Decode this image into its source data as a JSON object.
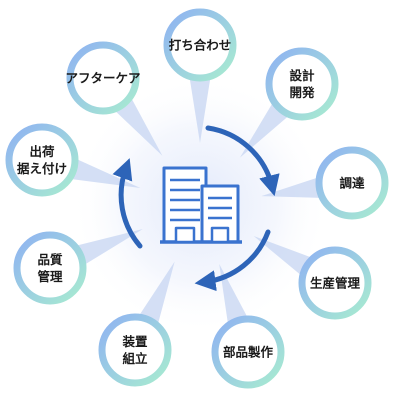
{
  "center": {
    "icon": "office-building-icon",
    "cycle_icon": "cycle-arrows-icon"
  },
  "colors": {
    "ring_blue": "#8fb2f2",
    "ring_green": "#a8ecd0",
    "arrow_blue": "#2d64b8",
    "building_blue": "#3a73cf",
    "beam": "#c9d7f3",
    "glow": "#dfe7fb"
  },
  "nodes": [
    {
      "id": "uchiawase",
      "lines": [
        "打ち合わせ"
      ]
    },
    {
      "id": "sekkei",
      "lines": [
        "設計",
        "開発"
      ]
    },
    {
      "id": "chotatsu",
      "lines": [
        "調達"
      ]
    },
    {
      "id": "seisan",
      "lines": [
        "生産管理"
      ]
    },
    {
      "id": "buhin",
      "lines": [
        "部品製作"
      ]
    },
    {
      "id": "sochi",
      "lines": [
        "装置",
        "組立"
      ]
    },
    {
      "id": "hinshitsu",
      "lines": [
        "品質",
        "管理"
      ]
    },
    {
      "id": "shukka",
      "lines": [
        "出荷",
        "据え付け"
      ]
    },
    {
      "id": "afterc",
      "lines": [
        "アフターケア"
      ]
    }
  ]
}
